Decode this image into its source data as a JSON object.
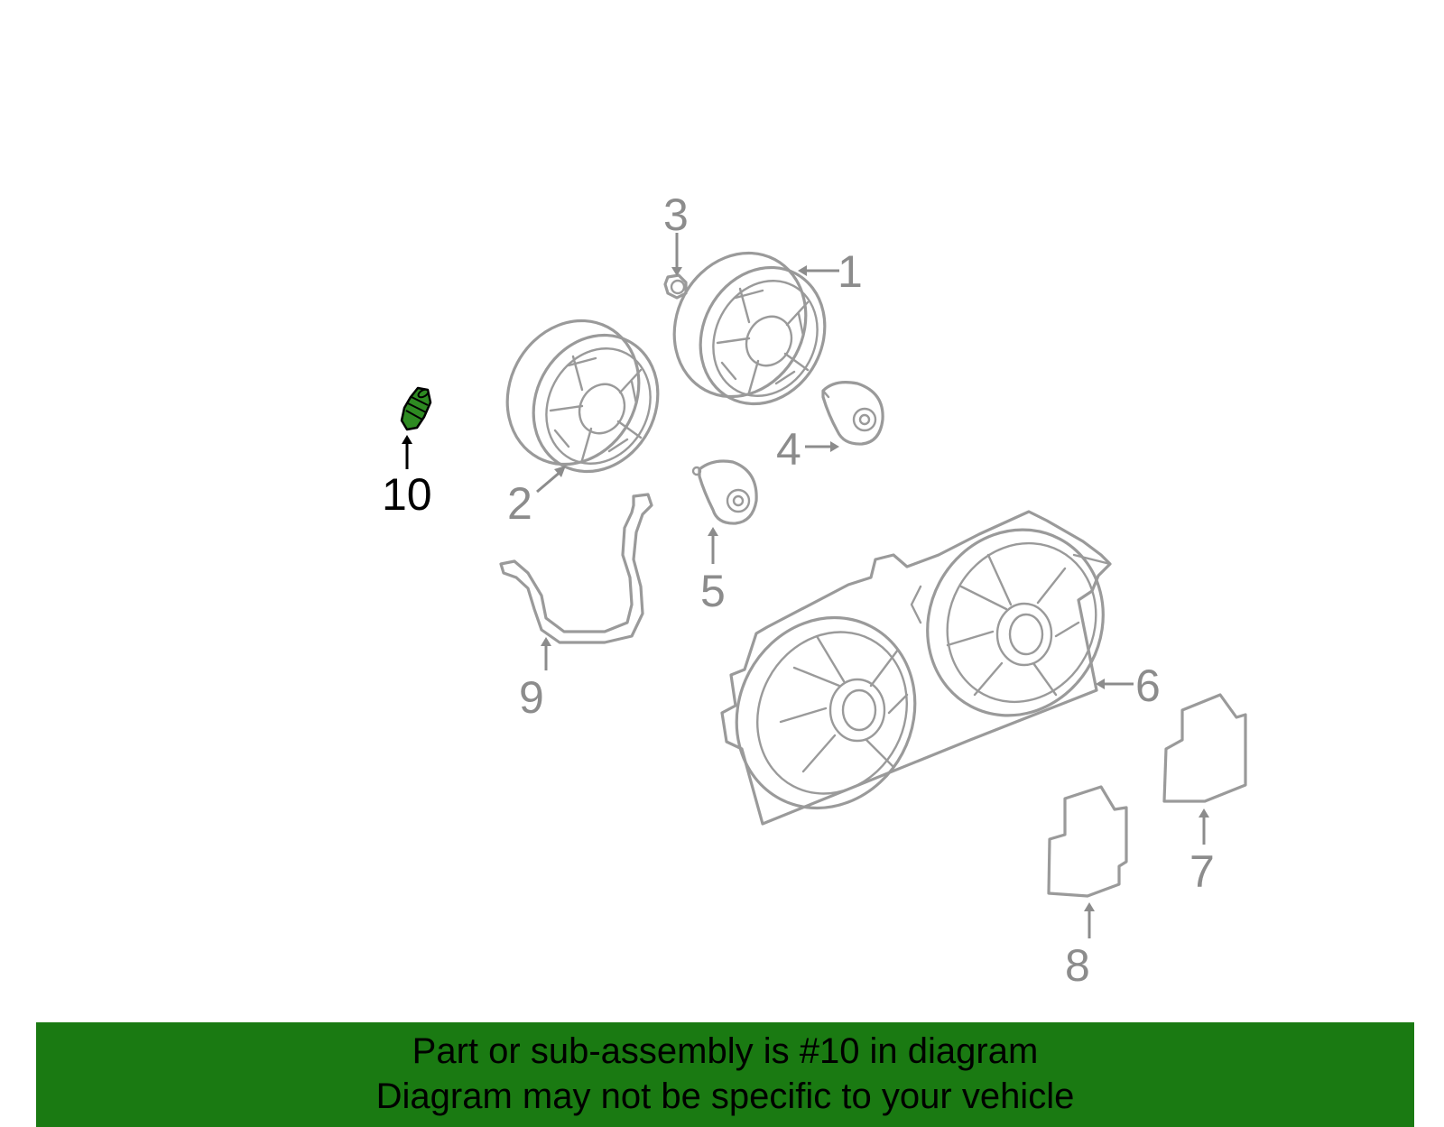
{
  "callouts": [
    {
      "id": "1",
      "label": "1"
    },
    {
      "id": "2",
      "label": "2"
    },
    {
      "id": "3",
      "label": "3"
    },
    {
      "id": "4",
      "label": "4"
    },
    {
      "id": "5",
      "label": "5"
    },
    {
      "id": "6",
      "label": "6"
    },
    {
      "id": "7",
      "label": "7"
    },
    {
      "id": "8",
      "label": "8"
    },
    {
      "id": "9",
      "label": "9"
    },
    {
      "id": "10",
      "label": "10"
    }
  ],
  "highlighted_part": "10",
  "colors": {
    "part_outline": "#9a9a9a",
    "highlight_part": "#2e8b22",
    "banner": "#1a7a12",
    "active_callout": "#000000"
  },
  "banner": {
    "line1": "Part or sub-assembly is #10 in diagram",
    "line2": "Diagram may not be specific to your vehicle"
  }
}
